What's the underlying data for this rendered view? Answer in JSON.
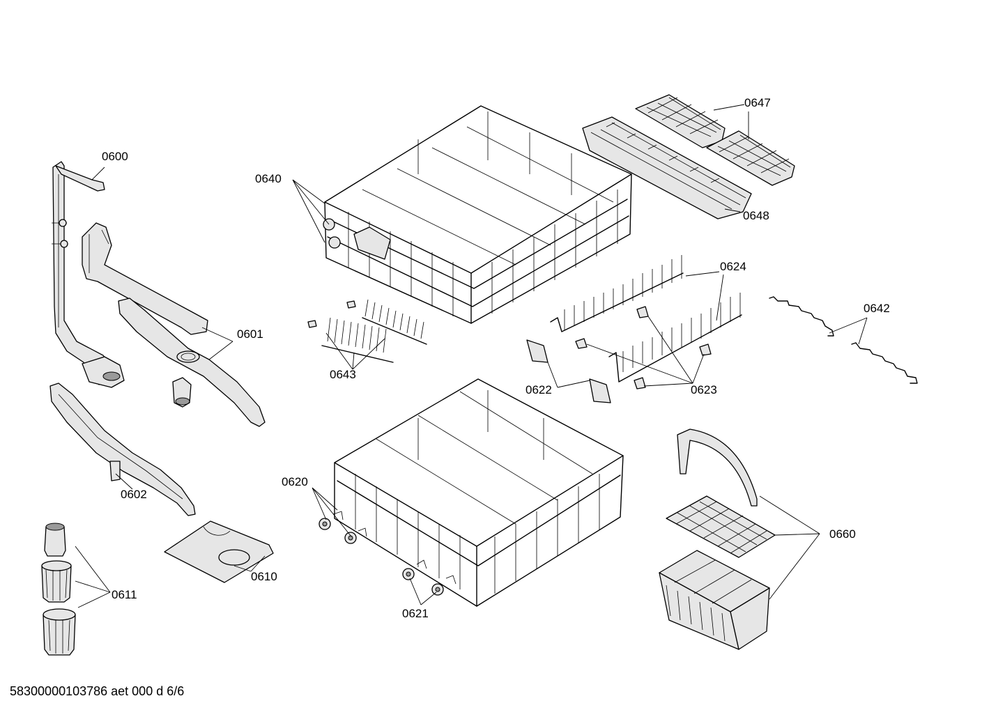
{
  "diagram": {
    "labels": {
      "p0600": "0600",
      "p0601": "0601",
      "p0602": "0602",
      "p0610": "0610",
      "p0611": "0611",
      "p0620": "0620",
      "p0621": "0621",
      "p0622": "0622",
      "p0623": "0623",
      "p0624": "0624",
      "p0640": "0640",
      "p0642": "0642",
      "p0643": "0643",
      "p0647": "0647",
      "p0648": "0648",
      "p0660": "0660"
    },
    "footer": "58300000103786 aet 000 d 6/6"
  }
}
